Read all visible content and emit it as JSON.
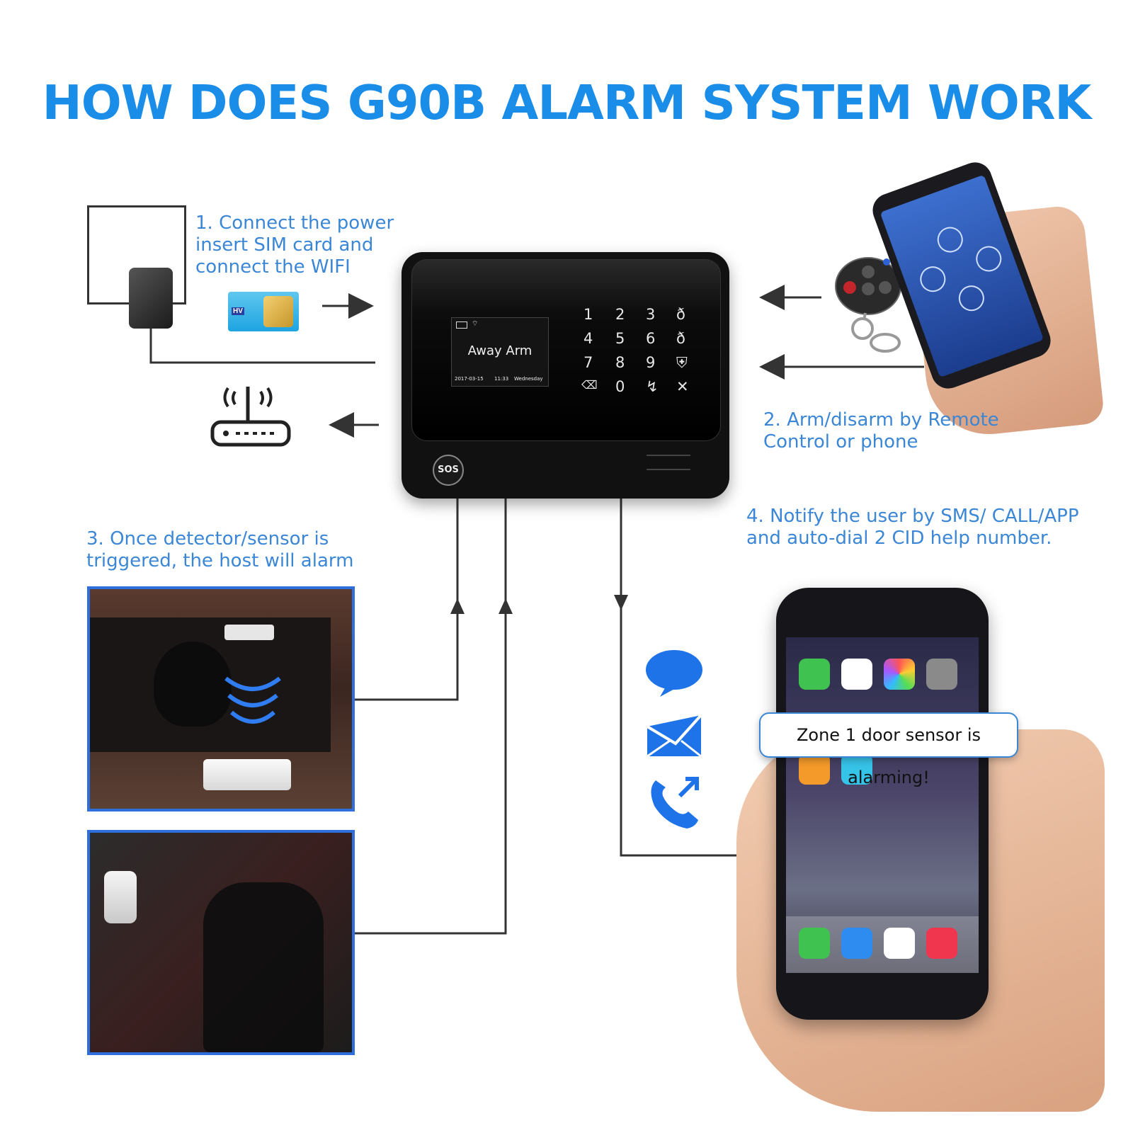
{
  "title": "HOW DOES G90B ALARM SYSTEM WORK",
  "steps": {
    "step1": [
      "1. Connect the power",
      "insert SIM card and",
      "connect the WIFI"
    ],
    "step2": [
      "2. Arm/disarm by Remote",
      "Control or phone"
    ],
    "step3": [
      "3. Once detector/sensor is",
      "triggered, the host will alarm"
    ],
    "step4": [
      "4.  Notify the user by SMS/ CALL/APP",
      "and auto-dial 2 CID help number."
    ]
  },
  "host": {
    "screen_status": "Away Arm",
    "screen_date": "2017-03-15",
    "screen_time": "11:33",
    "screen_day": "Wednesday",
    "sos_label": "SOS",
    "keys": [
      "1",
      "2",
      "3",
      "4",
      "5",
      "6",
      "7",
      "8",
      "9",
      "0"
    ]
  },
  "sim_label": "HV",
  "notification": "Zone 1 door sensor is alarming!",
  "colors": {
    "accent": "#1a8de9",
    "step_text": "#3b87d6",
    "line": "#333333"
  },
  "icons": [
    "power-adapter-icon",
    "sim-card-icon",
    "wifi-router-icon",
    "remote-control-icon",
    "phone-app-icon",
    "sms-bubble-icon",
    "mail-icon",
    "call-icon"
  ]
}
